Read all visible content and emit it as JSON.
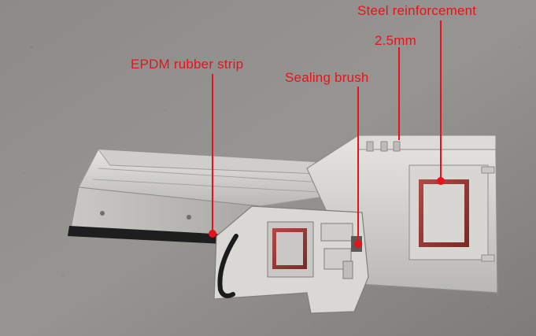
{
  "photo": {
    "subject": "uPVC window profile cross-section on concrete floor",
    "label_color": "#e8121b"
  },
  "annotations": {
    "steel": "Steel reinforcement",
    "thickness": "2.5mm",
    "epdm": "EPDM rubber strip",
    "brush": "Sealing brush"
  }
}
